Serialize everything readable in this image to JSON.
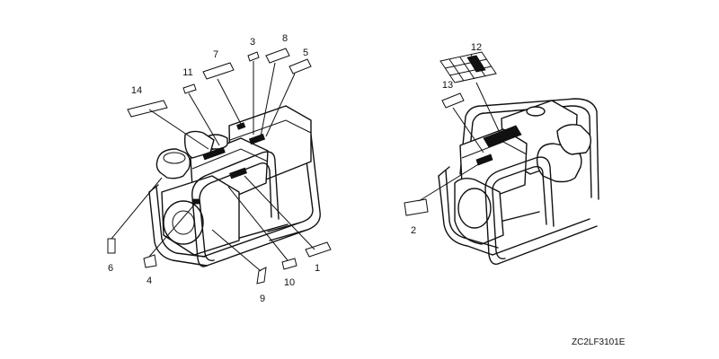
{
  "diagram": {
    "callouts": {
      "c1": "1",
      "c2": "2",
      "c3": "3",
      "c4": "4",
      "c5": "5",
      "c6": "6",
      "c7": "7",
      "c8": "8",
      "c9": "9",
      "c10": "10",
      "c11": "11",
      "c12": "12",
      "c13": "13",
      "c14": "14"
    },
    "drawing_code": "ZC2LF3101E"
  }
}
